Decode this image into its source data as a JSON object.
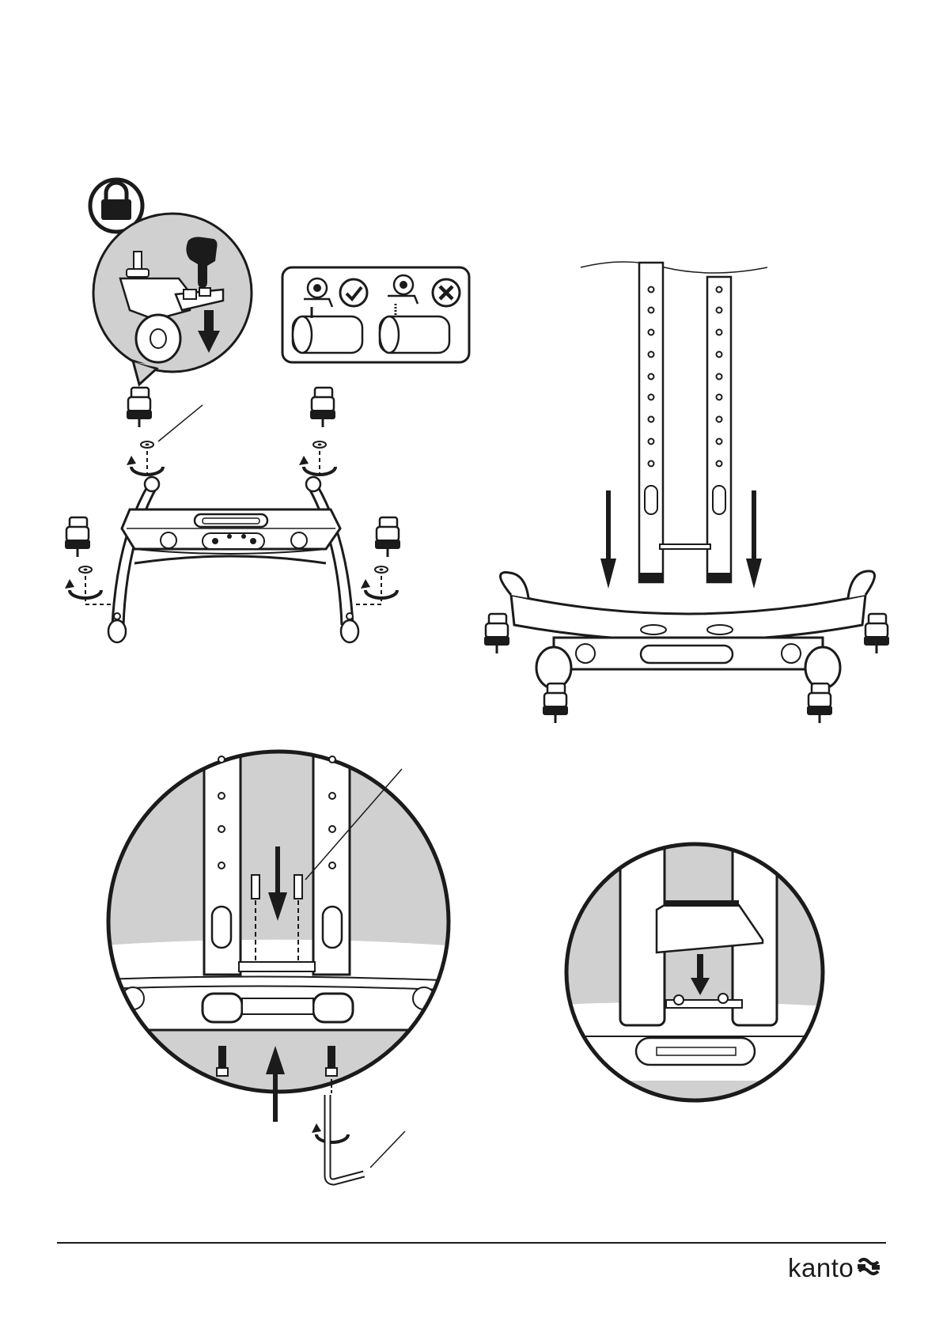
{
  "document": {
    "type": "assembly-instructions-page",
    "brand": {
      "wordmark": "kanto",
      "logo_icon": "kanto-logo-icon"
    },
    "panels": [
      {
        "name": "caster-installation",
        "icons": [
          "lock-icon",
          "hand-press-icon",
          "down-arrow-icon",
          "rotate-clockwise-icon"
        ]
      },
      {
        "name": "caster-orientation-check",
        "icons": [
          "check-icon",
          "cross-icon"
        ]
      },
      {
        "name": "insert-columns-into-base",
        "icons": [
          "down-arrow-icon"
        ]
      },
      {
        "name": "bolt-columns-to-base-detail",
        "icons": [
          "down-arrow-icon",
          "up-arrow-icon",
          "rotate-clockwise-icon",
          "hex-key-icon"
        ]
      },
      {
        "name": "attach-cover-detail",
        "icons": [
          "down-arrow-icon"
        ]
      }
    ],
    "colors": {
      "ink": "#1b1b1b",
      "shade": "#d0d0d0",
      "paper": "#ffffff"
    }
  }
}
